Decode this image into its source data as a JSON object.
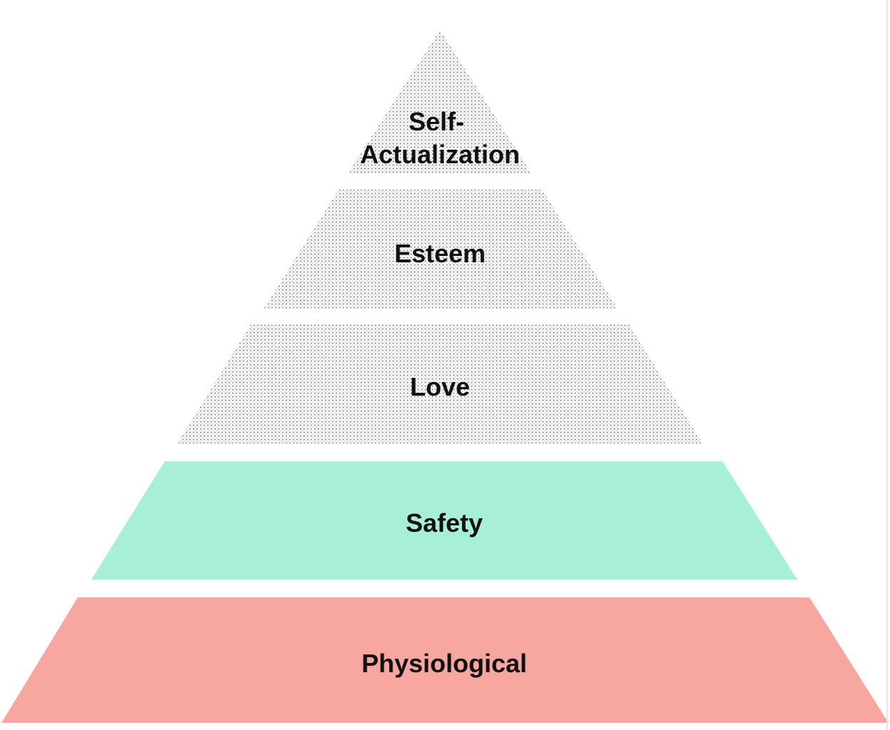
{
  "diagram": {
    "type": "pyramid",
    "tiers": [
      {
        "id": "self-actualization",
        "lines": [
          "Self-",
          "Actualization"
        ],
        "fill": "dotted",
        "color": "#e6e6e6"
      },
      {
        "id": "esteem",
        "lines": [
          "Esteem"
        ],
        "fill": "dotted",
        "color": "#e6e6e6"
      },
      {
        "id": "love",
        "lines": [
          "Love"
        ],
        "fill": "dotted",
        "color": "#e6e6e6"
      },
      {
        "id": "safety",
        "lines": [
          "Safety"
        ],
        "fill": "solid",
        "color": "#a8f0d5"
      },
      {
        "id": "physiological",
        "lines": [
          "Physiological"
        ],
        "fill": "solid",
        "color": "#f8a6a0"
      }
    ]
  }
}
